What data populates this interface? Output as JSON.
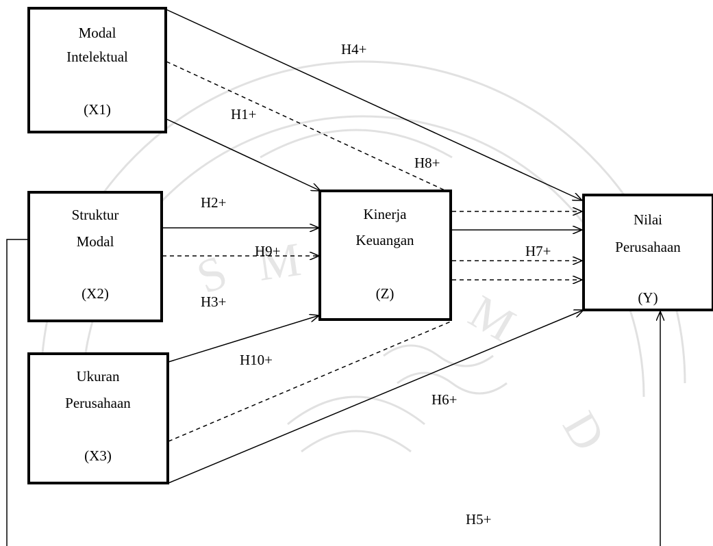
{
  "nodes": {
    "x1": {
      "lines": [
        "Modal",
        "Intelektual",
        "(X1)"
      ]
    },
    "x2": {
      "lines": [
        "Struktur",
        "Modal",
        "(X2)"
      ]
    },
    "x3": {
      "lines": [
        "Ukuran",
        "Perusahaan",
        "(X3)"
      ]
    },
    "z": {
      "lines": [
        "Kinerja",
        "Keuangan",
        "(Z)"
      ]
    },
    "y": {
      "lines": [
        "Nilai",
        "Perusahaan",
        "(Y)"
      ]
    }
  },
  "hypotheses": {
    "h1": "H1+",
    "h2": "H2+",
    "h3": "H3+",
    "h4": "H4+",
    "h5": "H5+",
    "h6": "H6+",
    "h7": "H7+",
    "h8": "H8+",
    "h9": "H9+",
    "h10": "H10+"
  },
  "watermark": {
    "text": "UNIVERSITAS MUHAMMADIYAH"
  }
}
